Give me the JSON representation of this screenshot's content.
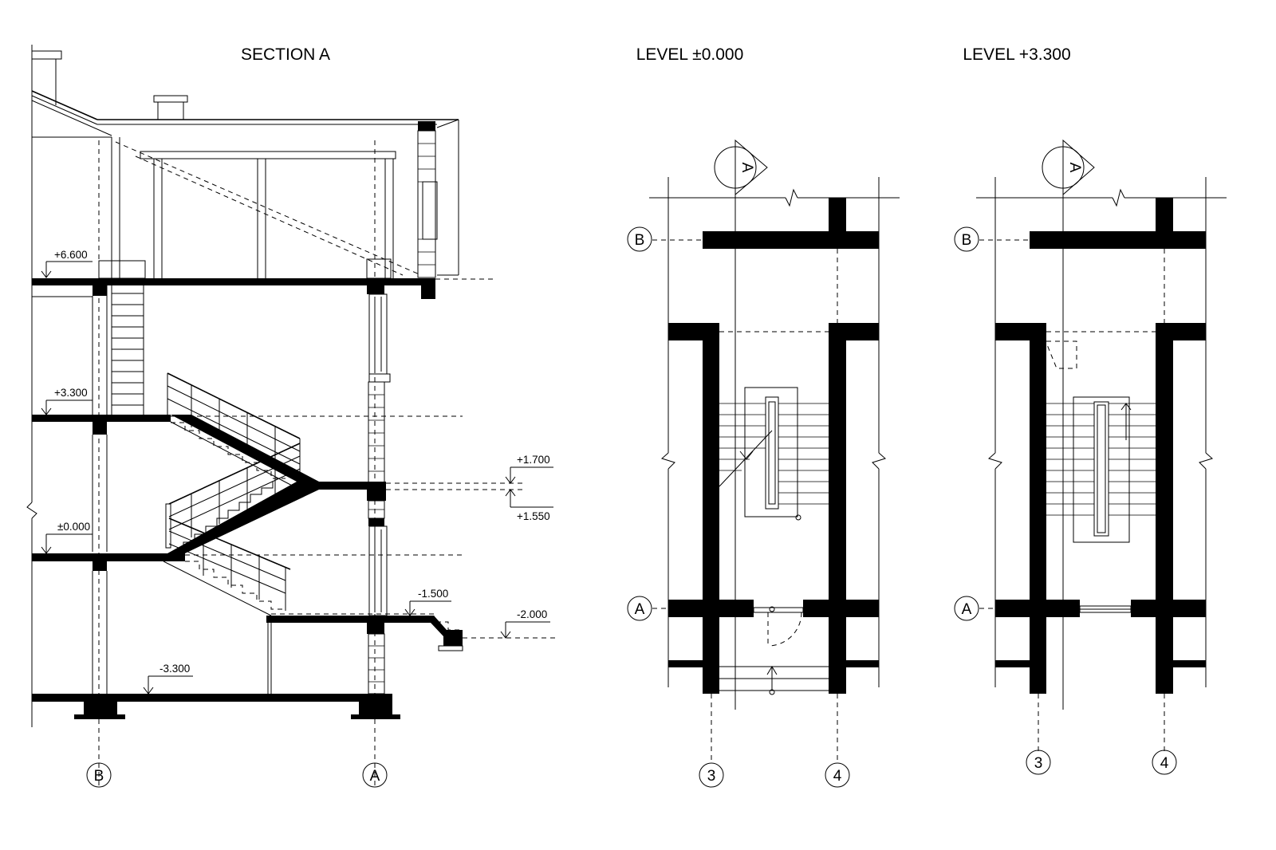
{
  "titles": {
    "section": "SECTION A",
    "plan_ground": "LEVEL ±0.000",
    "plan_upper": "LEVEL +3.300"
  },
  "section_marks": {
    "ground": "A",
    "upper": "A"
  },
  "section_levels": {
    "roof": "+6.600",
    "floor2": "+3.300",
    "landing_top": "+1.700",
    "landing_bottom": "+1.550",
    "ground": "±0.000",
    "entry": "-1.500",
    "outside": "-2.000",
    "basement": "-3.300"
  },
  "section_axes": {
    "left": "B",
    "right": "A"
  },
  "plan_ground_axes": {
    "row_top": "B",
    "row_bottom": "A",
    "col_left": "3",
    "col_right": "4"
  },
  "plan_upper_axes": {
    "row_top": "B",
    "row_bottom": "A",
    "col_left": "3",
    "col_right": "4"
  }
}
